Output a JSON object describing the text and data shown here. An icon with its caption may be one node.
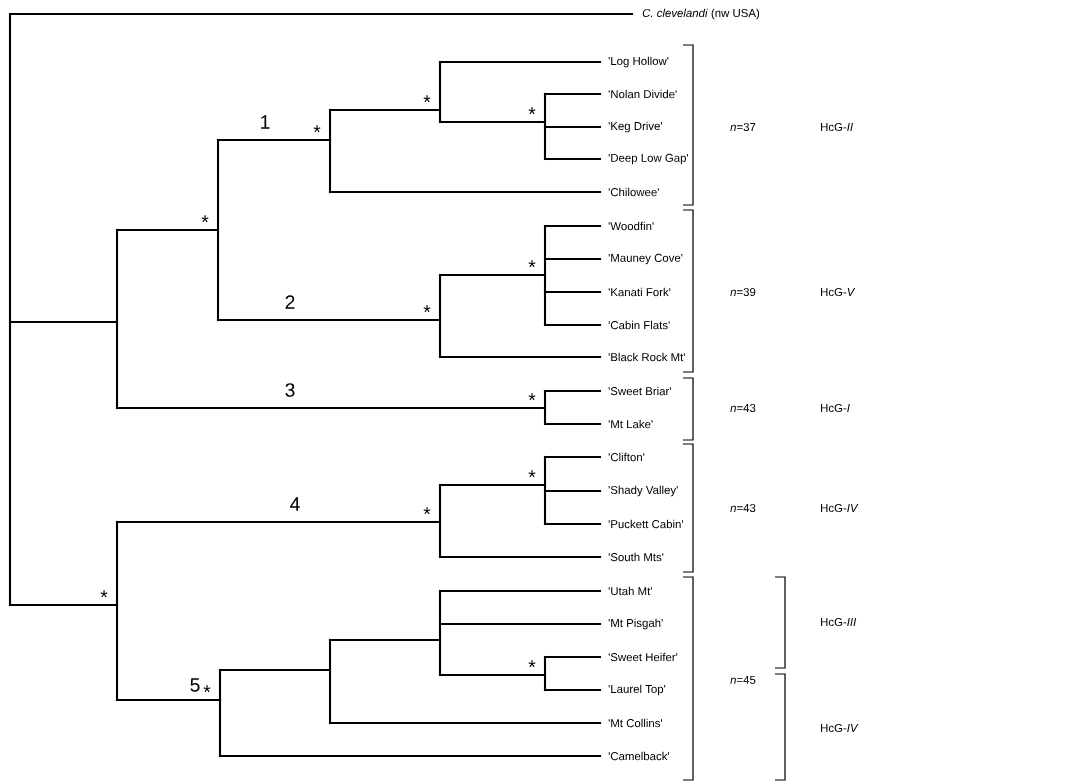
{
  "diagram": {
    "labels": [
      "*C. clevelandi* (nw USA)",
      "'Log Hollow'",
      "'Nolan Divide'",
      "'Keg Drive'",
      "'Deep Low Gap'",
      "'Chilowee'",
      "'Woodfin'",
      "'Mauney Cove'",
      "'Kanati Fork'",
      "'Cabin Flats'",
      "'Black Rock Mt'",
      "'Sweet Briar'",
      "'Mt Lake'",
      "'Clifton'",
      "'Shady Valley'",
      "'Puckett Cabin'",
      "'South Mts'",
      "'Utah Mt'",
      "'Mt Pisgah'",
      "'Sweet Heifer'",
      "'Laurel Top'",
      "'Mt Collins'",
      "'Camelback'",
      "1",
      "2",
      "3",
      "4",
      "5",
      "*",
      "*",
      "*",
      "*",
      "*",
      "*",
      "*",
      "*",
      "*",
      "*",
      "*",
      "*",
      "*n*=37",
      "HcG-*II*",
      "*n*=39",
      "HcG-*V*",
      "*n*=43",
      "HcG-*I*",
      "*n*=43",
      "HcG-*IV*",
      "*n*=45",
      "HcG-*III*",
      "HcG-*IV*"
    ]
  }
}
